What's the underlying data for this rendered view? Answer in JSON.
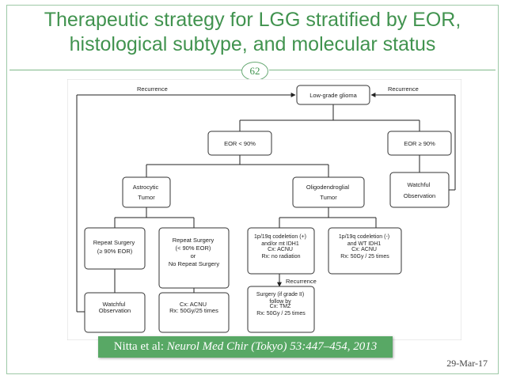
{
  "slide": {
    "title_line1": "Therapeutic strategy for LGG stratified by EOR,",
    "title_line2": "histological subtype, and molecular status",
    "page_number": "62",
    "date": "29-Mar-17",
    "citation_authors": "Nitta et al: ",
    "citation_source": "Neurol Med Chir (Tokyo) 53:447–454, 2013"
  },
  "flowchart": {
    "recurrence_left": "Recurrence",
    "recurrence_right": "Recurrence",
    "recurrence_mid": "Recurrence",
    "nodes": {
      "lgg": [
        "Low-grade glioma"
      ],
      "eor_low": [
        "EOR < 90%"
      ],
      "eor_high": [
        "EOR ≥ 90%"
      ],
      "astro": [
        "Astrocytic",
        "Tumor"
      ],
      "oligo": [
        "Oligodendroglial",
        "Tumor"
      ],
      "watch_top": [
        "Watchful",
        "Observation"
      ],
      "repeat_high": [
        "Repeat Surgery",
        "(≥ 90% EOR)"
      ],
      "repeat_low": [
        "Repeat Surgery",
        "(< 90% EOR)",
        "or",
        "No Repeat Surgery"
      ],
      "codel_pos": [
        "1p/19q codeletion (+)",
        "and/or mt IDH1",
        "",
        "Cx: ACNU",
        "Rx: no radiation"
      ],
      "codel_neg": [
        "1p/19q codeletion (-)",
        "and WT IDH1",
        "",
        "Cx: ACNU",
        "Rx: 50Gy / 25 times"
      ],
      "watch_bottom": [
        "Watchful",
        "",
        "Observation"
      ],
      "acnu": [
        "Cx: ACNU",
        "",
        "Rx: 50Gy/25 times"
      ],
      "surgery": [
        "Surgery (if grade II)",
        "follow by",
        "",
        "Cx: TMZ",
        "Rx: 50Gy / 25 times"
      ]
    }
  }
}
